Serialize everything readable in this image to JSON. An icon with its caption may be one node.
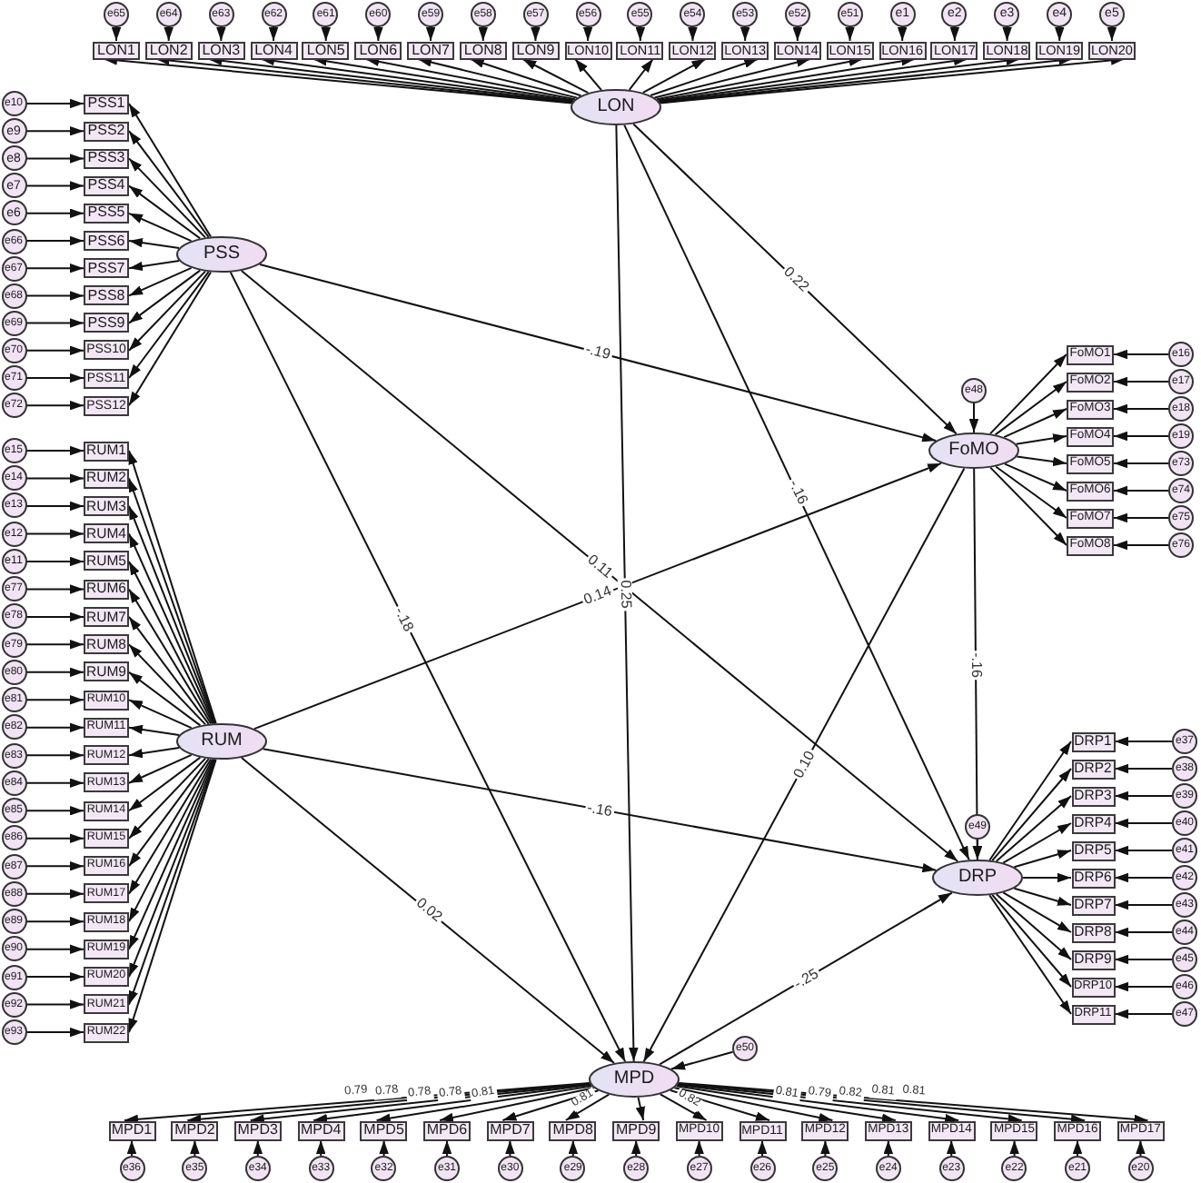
{
  "diagram": {
    "nodes": [
      {
        "text": [
          "e65"
        ]
      },
      {
        "text": [
          "e64"
        ]
      },
      {
        "text": [
          "e63"
        ]
      },
      {
        "text": [
          "e62"
        ]
      },
      {
        "text": [
          "e61"
        ]
      },
      {
        "text": [
          "e60"
        ]
      },
      {
        "text": [
          "e59"
        ]
      },
      {
        "text": [
          "e58"
        ]
      },
      {
        "text": [
          "e57"
        ]
      },
      {
        "text": [
          "e56"
        ]
      },
      {
        "text": [
          "e55"
        ]
      },
      {
        "text": [
          "e54"
        ]
      },
      {
        "text": [
          "e53"
        ]
      },
      {
        "text": [
          "e52"
        ]
      },
      {
        "text": [
          "e51"
        ]
      },
      {
        "text": [
          "e1"
        ]
      },
      {
        "text": [
          "e2"
        ]
      },
      {
        "text": [
          "e3"
        ]
      },
      {
        "text": [
          "e4"
        ]
      },
      {
        "text": [
          "e5"
        ]
      },
      {
        "text": [
          "LON1"
        ]
      },
      {
        "text": [
          "LON2"
        ]
      },
      {
        "text": [
          "LON3"
        ]
      },
      {
        "text": [
          "LON4"
        ]
      },
      {
        "text": [
          "LON5"
        ]
      },
      {
        "text": [
          "LON6"
        ]
      },
      {
        "text": [
          "LON7"
        ]
      },
      {
        "text": [
          "LON8"
        ]
      },
      {
        "text": [
          "LON9"
        ]
      },
      {
        "text": [
          "LON10"
        ]
      },
      {
        "text": [
          "LON11"
        ]
      },
      {
        "text": [
          "LON12"
        ]
      },
      {
        "text": [
          "LON13"
        ]
      },
      {
        "text": [
          "LON14"
        ]
      },
      {
        "text": [
          "LON15"
        ]
      },
      {
        "text": [
          "LON16"
        ]
      },
      {
        "text": [
          "LON17"
        ]
      },
      {
        "text": [
          "LON18"
        ]
      },
      {
        "text": [
          "LON19"
        ]
      },
      {
        "text": [
          "LON20"
        ]
      },
      {
        "text": [
          "LON"
        ]
      },
      {
        "text": [
          "e10"
        ]
      },
      {
        "text": [
          "e9"
        ]
      },
      {
        "text": [
          "e8"
        ]
      },
      {
        "text": [
          "e7"
        ]
      },
      {
        "text": [
          "e6"
        ]
      },
      {
        "text": [
          "e66"
        ]
      },
      {
        "text": [
          "e67"
        ]
      },
      {
        "text": [
          "e68"
        ]
      },
      {
        "text": [
          "e69"
        ]
      },
      {
        "text": [
          "e70"
        ]
      },
      {
        "text": [
          "e71"
        ]
      },
      {
        "text": [
          "e72"
        ]
      },
      {
        "text": [
          "PSS1"
        ]
      },
      {
        "text": [
          "PSS2"
        ]
      },
      {
        "text": [
          "PSS3"
        ]
      },
      {
        "text": [
          "PSS4"
        ]
      },
      {
        "text": [
          "PSS5"
        ]
      },
      {
        "text": [
          "PSS6"
        ]
      },
      {
        "text": [
          "PSS7"
        ]
      },
      {
        "text": [
          "PSS8"
        ]
      },
      {
        "text": [
          "PSS9"
        ]
      },
      {
        "text": [
          "PSS10"
        ]
      },
      {
        "text": [
          "PSS11"
        ]
      },
      {
        "text": [
          "PSS12"
        ]
      },
      {
        "text": [
          "PSS"
        ]
      },
      {
        "text": [
          "e48"
        ]
      },
      {
        "text": [
          "FoMO"
        ]
      },
      {
        "text": [
          "FoMO1"
        ]
      },
      {
        "text": [
          "FoMO2"
        ]
      },
      {
        "text": [
          "FoMO3"
        ]
      },
      {
        "text": [
          "FoMO4"
        ]
      },
      {
        "text": [
          "FoMO5"
        ]
      },
      {
        "text": [
          "FoMO6"
        ]
      },
      {
        "text": [
          "FoMO7"
        ]
      },
      {
        "text": [
          "FoMO8"
        ]
      },
      {
        "text": [
          "e16"
        ]
      },
      {
        "text": [
          "e17"
        ]
      },
      {
        "text": [
          "e18"
        ]
      },
      {
        "text": [
          "e19"
        ]
      },
      {
        "text": [
          "e73"
        ]
      },
      {
        "text": [
          "e74"
        ]
      },
      {
        "text": [
          "e75"
        ]
      },
      {
        "text": [
          "e76"
        ]
      },
      {
        "text": [
          "e15"
        ]
      },
      {
        "text": [
          "e14"
        ]
      },
      {
        "text": [
          "e13"
        ]
      },
      {
        "text": [
          "e12"
        ]
      },
      {
        "text": [
          "e11"
        ]
      },
      {
        "text": [
          "e77"
        ]
      },
      {
        "text": [
          "e78"
        ]
      },
      {
        "text": [
          "e79"
        ]
      },
      {
        "text": [
          "e80"
        ]
      },
      {
        "text": [
          "e81"
        ]
      },
      {
        "text": [
          "e82"
        ]
      },
      {
        "text": [
          "e83"
        ]
      },
      {
        "text": [
          "e84"
        ]
      },
      {
        "text": [
          "e85"
        ]
      },
      {
        "text": [
          "e86"
        ]
      },
      {
        "text": [
          "e87"
        ]
      },
      {
        "text": [
          "e88"
        ]
      },
      {
        "text": [
          "e89"
        ]
      },
      {
        "text": [
          "e90"
        ]
      },
      {
        "text": [
          "e91"
        ]
      },
      {
        "text": [
          "e92"
        ]
      },
      {
        "text": [
          "e93"
        ]
      },
      {
        "text": [
          "RUM1"
        ]
      },
      {
        "text": [
          "RUM2"
        ]
      },
      {
        "text": [
          "RUM3"
        ]
      },
      {
        "text": [
          "RUM4"
        ]
      },
      {
        "text": [
          "RUM5"
        ]
      },
      {
        "text": [
          "RUM6"
        ]
      },
      {
        "text": [
          "RUM7"
        ]
      },
      {
        "text": [
          "RUM8"
        ]
      },
      {
        "text": [
          "RUM9"
        ]
      },
      {
        "text": [
          "RUM10"
        ]
      },
      {
        "text": [
          "RUM11"
        ]
      },
      {
        "text": [
          "RUM12"
        ]
      },
      {
        "text": [
          "RUM13"
        ]
      },
      {
        "text": [
          "RUM14"
        ]
      },
      {
        "text": [
          "RUM15"
        ]
      },
      {
        "text": [
          "RUM16"
        ]
      },
      {
        "text": [
          "RUM17"
        ]
      },
      {
        "text": [
          "RUM18"
        ]
      },
      {
        "text": [
          "RUM19"
        ]
      },
      {
        "text": [
          "RUM20"
        ]
      },
      {
        "text": [
          "RUM21"
        ]
      },
      {
        "text": [
          "RUM22"
        ]
      },
      {
        "text": [
          "RUM"
        ]
      },
      {
        "text": [
          "e49"
        ]
      },
      {
        "text": [
          "DRP"
        ]
      },
      {
        "text": [
          "DRP1"
        ]
      },
      {
        "text": [
          "DRP2"
        ]
      },
      {
        "text": [
          "DRP3"
        ]
      },
      {
        "text": [
          "DRP4"
        ]
      },
      {
        "text": [
          "DRP5"
        ]
      },
      {
        "text": [
          "DRP6"
        ]
      },
      {
        "text": [
          "DRP7"
        ]
      },
      {
        "text": [
          "DRP8"
        ]
      },
      {
        "text": [
          "DRP9"
        ]
      },
      {
        "text": [
          "DRP10"
        ]
      },
      {
        "text": [
          "DRP11"
        ]
      },
      {
        "text": [
          "e37"
        ]
      },
      {
        "text": [
          "e38"
        ]
      },
      {
        "text": [
          "e39"
        ]
      },
      {
        "text": [
          "e40"
        ]
      },
      {
        "text": [
          "e41"
        ]
      },
      {
        "text": [
          "e42"
        ]
      },
      {
        "text": [
          "e43"
        ]
      },
      {
        "text": [
          "e44"
        ]
      },
      {
        "text": [
          "e45"
        ]
      },
      {
        "text": [
          "e46"
        ]
      },
      {
        "text": [
          "e47"
        ]
      },
      {
        "text": [
          "MPD"
        ]
      },
      {
        "text": [
          "e50"
        ]
      },
      {
        "text": [
          "MPD1"
        ]
      },
      {
        "text": [
          "MPD2"
        ]
      },
      {
        "text": [
          "MPD3"
        ]
      },
      {
        "text": [
          "MPD4"
        ]
      },
      {
        "text": [
          "MPD5"
        ]
      },
      {
        "text": [
          "MPD6"
        ]
      },
      {
        "text": [
          "MPD7"
        ]
      },
      {
        "text": [
          "MPD8"
        ]
      },
      {
        "text": [
          "MPD9"
        ]
      },
      {
        "text": [
          "MPD10"
        ]
      },
      {
        "text": [
          "MPD11"
        ]
      },
      {
        "text": [
          "MPD12"
        ]
      },
      {
        "text": [
          "MPD13"
        ]
      },
      {
        "text": [
          "MPD14"
        ]
      },
      {
        "text": [
          "MPD15"
        ]
      },
      {
        "text": [
          "MPD16"
        ]
      },
      {
        "text": [
          "MPD17"
        ]
      },
      {
        "text": [
          "e36"
        ]
      },
      {
        "text": [
          "e35"
        ]
      },
      {
        "text": [
          "e34"
        ]
      },
      {
        "text": [
          "e33"
        ]
      },
      {
        "text": [
          "e32"
        ]
      },
      {
        "text": [
          "e31"
        ]
      },
      {
        "text": [
          "e30"
        ]
      },
      {
        "text": [
          "e29"
        ]
      },
      {
        "text": [
          "e28"
        ]
      },
      {
        "text": [
          "e27"
        ]
      },
      {
        "text": [
          "e26"
        ]
      },
      {
        "text": [
          "e25"
        ]
      },
      {
        "text": [
          "e24"
        ]
      },
      {
        "text": [
          "e23"
        ]
      },
      {
        "text": [
          "e22"
        ]
      },
      {
        "text": [
          "e21"
        ]
      },
      {
        "text": [
          "e20"
        ]
      }
    ],
    "edges": [
      {
        "from": 40,
        "to": 20,
        "arrow": "to"
      },
      {
        "from": 40,
        "to": 21,
        "arrow": "to"
      },
      {
        "from": 40,
        "to": 22,
        "arrow": "to"
      },
      {
        "from": 40,
        "to": 23,
        "arrow": "to"
      },
      {
        "from": 40,
        "to": 24,
        "arrow": "to"
      },
      {
        "from": 40,
        "to": 25,
        "arrow": "to"
      },
      {
        "from": 40,
        "to": 26,
        "arrow": "to"
      },
      {
        "from": 40,
        "to": 27,
        "arrow": "to"
      },
      {
        "from": 40,
        "to": 28,
        "arrow": "to"
      },
      {
        "from": 40,
        "to": 29,
        "arrow": "to"
      },
      {
        "from": 40,
        "to": 30,
        "arrow": "to"
      },
      {
        "from": 40,
        "to": 31,
        "arrow": "to"
      },
      {
        "from": 40,
        "to": 32,
        "arrow": "to"
      },
      {
        "from": 40,
        "to": 33,
        "arrow": "to"
      },
      {
        "from": 40,
        "to": 34,
        "arrow": "to"
      },
      {
        "from": 40,
        "to": 35,
        "arrow": "to"
      },
      {
        "from": 40,
        "to": 36,
        "arrow": "to"
      },
      {
        "from": 40,
        "to": 37,
        "arrow": "to"
      },
      {
        "from": 40,
        "to": 38,
        "arrow": "to"
      },
      {
        "from": 40,
        "to": 39,
        "arrow": "to"
      },
      {
        "from": 0,
        "to": 20,
        "arrow": "to"
      },
      {
        "from": 1,
        "to": 21,
        "arrow": "to"
      },
      {
        "from": 2,
        "to": 22,
        "arrow": "to"
      },
      {
        "from": 3,
        "to": 23,
        "arrow": "to"
      },
      {
        "from": 4,
        "to": 24,
        "arrow": "to"
      },
      {
        "from": 5,
        "to": 25,
        "arrow": "to"
      },
      {
        "from": 6,
        "to": 26,
        "arrow": "to"
      },
      {
        "from": 7,
        "to": 27,
        "arrow": "to"
      },
      {
        "from": 8,
        "to": 28,
        "arrow": "to"
      },
      {
        "from": 9,
        "to": 29,
        "arrow": "to"
      },
      {
        "from": 10,
        "to": 30,
        "arrow": "to"
      },
      {
        "from": 11,
        "to": 31,
        "arrow": "to"
      },
      {
        "from": 12,
        "to": 32,
        "arrow": "to"
      },
      {
        "from": 13,
        "to": 33,
        "arrow": "to"
      },
      {
        "from": 14,
        "to": 34,
        "arrow": "to"
      },
      {
        "from": 15,
        "to": 35,
        "arrow": "to"
      },
      {
        "from": 16,
        "to": 36,
        "arrow": "to"
      },
      {
        "from": 17,
        "to": 37,
        "arrow": "to"
      },
      {
        "from": 18,
        "to": 38,
        "arrow": "to"
      },
      {
        "from": 19,
        "to": 39,
        "arrow": "to"
      },
      {
        "from": 65,
        "to": 53,
        "arrow": "to"
      },
      {
        "from": 65,
        "to": 54,
        "arrow": "to"
      },
      {
        "from": 65,
        "to": 55,
        "arrow": "to"
      },
      {
        "from": 65,
        "to": 56,
        "arrow": "to"
      },
      {
        "from": 65,
        "to": 57,
        "arrow": "to"
      },
      {
        "from": 65,
        "to": 58,
        "arrow": "to"
      },
      {
        "from": 65,
        "to": 59,
        "arrow": "to"
      },
      {
        "from": 65,
        "to": 60,
        "arrow": "to"
      },
      {
        "from": 65,
        "to": 61,
        "arrow": "to"
      },
      {
        "from": 65,
        "to": 62,
        "arrow": "to"
      },
      {
        "from": 65,
        "to": 63,
        "arrow": "to"
      },
      {
        "from": 65,
        "to": 64,
        "arrow": "to"
      },
      {
        "from": 41,
        "to": 53,
        "arrow": "to"
      },
      {
        "from": 42,
        "to": 54,
        "arrow": "to"
      },
      {
        "from": 43,
        "to": 55,
        "arrow": "to"
      },
      {
        "from": 44,
        "to": 56,
        "arrow": "to"
      },
      {
        "from": 45,
        "to": 57,
        "arrow": "to"
      },
      {
        "from": 46,
        "to": 58,
        "arrow": "to"
      },
      {
        "from": 47,
        "to": 59,
        "arrow": "to"
      },
      {
        "from": 48,
        "to": 60,
        "arrow": "to"
      },
      {
        "from": 49,
        "to": 61,
        "arrow": "to"
      },
      {
        "from": 50,
        "to": 62,
        "arrow": "to"
      },
      {
        "from": 51,
        "to": 63,
        "arrow": "to"
      },
      {
        "from": 52,
        "to": 64,
        "arrow": "to"
      },
      {
        "from": 66,
        "to": 67,
        "arrow": "to"
      },
      {
        "from": 67,
        "to": 68,
        "arrow": "to"
      },
      {
        "from": 67,
        "to": 69,
        "arrow": "to"
      },
      {
        "from": 67,
        "to": 70,
        "arrow": "to"
      },
      {
        "from": 67,
        "to": 71,
        "arrow": "to"
      },
      {
        "from": 67,
        "to": 72,
        "arrow": "to"
      },
      {
        "from": 67,
        "to": 73,
        "arrow": "to"
      },
      {
        "from": 67,
        "to": 74,
        "arrow": "to"
      },
      {
        "from": 67,
        "to": 75,
        "arrow": "to"
      },
      {
        "from": 76,
        "to": 68,
        "arrow": "to"
      },
      {
        "from": 77,
        "to": 69,
        "arrow": "to"
      },
      {
        "from": 78,
        "to": 70,
        "arrow": "to"
      },
      {
        "from": 79,
        "to": 71,
        "arrow": "to"
      },
      {
        "from": 80,
        "to": 72,
        "arrow": "to"
      },
      {
        "from": 81,
        "to": 73,
        "arrow": "to"
      },
      {
        "from": 82,
        "to": 74,
        "arrow": "to"
      },
      {
        "from": 83,
        "to": 75,
        "arrow": "to"
      },
      {
        "from": 128,
        "to": 106,
        "arrow": "to"
      },
      {
        "from": 128,
        "to": 107,
        "arrow": "to"
      },
      {
        "from": 128,
        "to": 108,
        "arrow": "to"
      },
      {
        "from": 128,
        "to": 109,
        "arrow": "to"
      },
      {
        "from": 128,
        "to": 110,
        "arrow": "to"
      },
      {
        "from": 128,
        "to": 111,
        "arrow": "to"
      },
      {
        "from": 128,
        "to": 112,
        "arrow": "to"
      },
      {
        "from": 128,
        "to": 113,
        "arrow": "to"
      },
      {
        "from": 128,
        "to": 114,
        "arrow": "to"
      },
      {
        "from": 128,
        "to": 115,
        "arrow": "to"
      },
      {
        "from": 128,
        "to": 116,
        "arrow": "to"
      },
      {
        "from": 128,
        "to": 117,
        "arrow": "to"
      },
      {
        "from": 128,
        "to": 118,
        "arrow": "to"
      },
      {
        "from": 128,
        "to": 119,
        "arrow": "to"
      },
      {
        "from": 128,
        "to": 120,
        "arrow": "to"
      },
      {
        "from": 128,
        "to": 121,
        "arrow": "to"
      },
      {
        "from": 128,
        "to": 122,
        "arrow": "to"
      },
      {
        "from": 128,
        "to": 123,
        "arrow": "to"
      },
      {
        "from": 128,
        "to": 124,
        "arrow": "to"
      },
      {
        "from": 128,
        "to": 125,
        "arrow": "to"
      },
      {
        "from": 128,
        "to": 126,
        "arrow": "to"
      },
      {
        "from": 128,
        "to": 127,
        "arrow": "to"
      },
      {
        "from": 84,
        "to": 106,
        "arrow": "to"
      },
      {
        "from": 85,
        "to": 107,
        "arrow": "to"
      },
      {
        "from": 86,
        "to": 108,
        "arrow": "to"
      },
      {
        "from": 87,
        "to": 109,
        "arrow": "to"
      },
      {
        "from": 88,
        "to": 110,
        "arrow": "to"
      },
      {
        "from": 89,
        "to": 111,
        "arrow": "to"
      },
      {
        "from": 90,
        "to": 112,
        "arrow": "to"
      },
      {
        "from": 91,
        "to": 113,
        "arrow": "to"
      },
      {
        "from": 92,
        "to": 114,
        "arrow": "to"
      },
      {
        "from": 93,
        "to": 115,
        "arrow": "to"
      },
      {
        "from": 94,
        "to": 116,
        "arrow": "to"
      },
      {
        "from": 95,
        "to": 117,
        "arrow": "to"
      },
      {
        "from": 96,
        "to": 118,
        "arrow": "to"
      },
      {
        "from": 97,
        "to": 119,
        "arrow": "to"
      },
      {
        "from": 98,
        "to": 120,
        "arrow": "to"
      },
      {
        "from": 99,
        "to": 121,
        "arrow": "to"
      },
      {
        "from": 100,
        "to": 122,
        "arrow": "to"
      },
      {
        "from": 101,
        "to": 123,
        "arrow": "to"
      },
      {
        "from": 102,
        "to": 124,
        "arrow": "to"
      },
      {
        "from": 103,
        "to": 125,
        "arrow": "to"
      },
      {
        "from": 104,
        "to": 126,
        "arrow": "to"
      },
      {
        "from": 105,
        "to": 127,
        "arrow": "to"
      },
      {
        "from": 129,
        "to": 130,
        "arrow": "to"
      },
      {
        "from": 130,
        "to": 131,
        "arrow": "to"
      },
      {
        "from": 130,
        "to": 132,
        "arrow": "to"
      },
      {
        "from": 130,
        "to": 133,
        "arrow": "to"
      },
      {
        "from": 130,
        "to": 134,
        "arrow": "to"
      },
      {
        "from": 130,
        "to": 135,
        "arrow": "to"
      },
      {
        "from": 130,
        "to": 136,
        "arrow": "to"
      },
      {
        "from": 130,
        "to": 137,
        "arrow": "to"
      },
      {
        "from": 130,
        "to": 138,
        "arrow": "to"
      },
      {
        "from": 130,
        "to": 139,
        "arrow": "to"
      },
      {
        "from": 130,
        "to": 140,
        "arrow": "to"
      },
      {
        "from": 130,
        "to": 141,
        "arrow": "to"
      },
      {
        "from": 142,
        "to": 131,
        "arrow": "to"
      },
      {
        "from": 143,
        "to": 132,
        "arrow": "to"
      },
      {
        "from": 144,
        "to": 133,
        "arrow": "to"
      },
      {
        "from": 145,
        "to": 134,
        "arrow": "to"
      },
      {
        "from": 146,
        "to": 135,
        "arrow": "to"
      },
      {
        "from": 147,
        "to": 136,
        "arrow": "to"
      },
      {
        "from": 148,
        "to": 137,
        "arrow": "to"
      },
      {
        "from": 149,
        "to": 138,
        "arrow": "to"
      },
      {
        "from": 150,
        "to": 139,
        "arrow": "to"
      },
      {
        "from": 151,
        "to": 140,
        "arrow": "to"
      },
      {
        "from": 152,
        "to": 141,
        "arrow": "to"
      },
      {
        "from": 154,
        "to": 153,
        "arrow": "to"
      },
      {
        "from": 153,
        "to": 155,
        "arrow": "to",
        "label": "0.79"
      },
      {
        "from": 153,
        "to": 156,
        "arrow": "to",
        "label": "0.78"
      },
      {
        "from": 153,
        "to": 157,
        "arrow": "to",
        "label": "0.78"
      },
      {
        "from": 153,
        "to": 158,
        "arrow": "to",
        "label": "0.78"
      },
      {
        "from": 153,
        "to": 159,
        "arrow": "to",
        "label": "0.81"
      },
      {
        "from": 153,
        "to": 160,
        "arrow": "to"
      },
      {
        "from": 153,
        "to": 161,
        "arrow": "to"
      },
      {
        "from": 153,
        "to": 162,
        "arrow": "to",
        "label": "0.81"
      },
      {
        "from": 153,
        "to": 163,
        "arrow": "to"
      },
      {
        "from": 153,
        "to": 164,
        "arrow": "to",
        "label": "0.82"
      },
      {
        "from": 153,
        "to": 165,
        "arrow": "to"
      },
      {
        "from": 153,
        "to": 166,
        "arrow": "to"
      },
      {
        "from": 153,
        "to": 167,
        "arrow": "to",
        "label": "0.81"
      },
      {
        "from": 153,
        "to": 168,
        "arrow": "to",
        "label": "0.79"
      },
      {
        "from": 153,
        "to": 169,
        "arrow": "to",
        "label": "0.82"
      },
      {
        "from": 153,
        "to": 170,
        "arrow": "to",
        "label": "0.81"
      },
      {
        "from": 153,
        "to": 171,
        "arrow": "to",
        "label": "0.81"
      },
      {
        "from": 172,
        "to": 155,
        "arrow": "to"
      },
      {
        "from": 173,
        "to": 156,
        "arrow": "to"
      },
      {
        "from": 174,
        "to": 157,
        "arrow": "to"
      },
      {
        "from": 175,
        "to": 158,
        "arrow": "to"
      },
      {
        "from": 176,
        "to": 159,
        "arrow": "to"
      },
      {
        "from": 177,
        "to": 160,
        "arrow": "to"
      },
      {
        "from": 178,
        "to": 161,
        "arrow": "to"
      },
      {
        "from": 179,
        "to": 162,
        "arrow": "to"
      },
      {
        "from": 180,
        "to": 163,
        "arrow": "to"
      },
      {
        "from": 181,
        "to": 164,
        "arrow": "to"
      },
      {
        "from": 182,
        "to": 165,
        "arrow": "to"
      },
      {
        "from": 183,
        "to": 166,
        "arrow": "to"
      },
      {
        "from": 184,
        "to": 167,
        "arrow": "to"
      },
      {
        "from": 185,
        "to": 168,
        "arrow": "to"
      },
      {
        "from": 186,
        "to": 169,
        "arrow": "to"
      },
      {
        "from": 187,
        "to": 170,
        "arrow": "to"
      },
      {
        "from": 188,
        "to": 171,
        "arrow": "to"
      },
      {
        "from": 40,
        "to": 67,
        "arrow": "to",
        "label": "0.22"
      },
      {
        "from": 40,
        "to": 130,
        "arrow": "to",
        "label": "-.16"
      },
      {
        "from": 40,
        "to": 153,
        "arrow": "to",
        "label": "0.25"
      },
      {
        "from": 65,
        "to": 67,
        "arrow": "to",
        "label": "-.19"
      },
      {
        "from": 65,
        "to": 130,
        "arrow": "to",
        "label": "0.11"
      },
      {
        "from": 65,
        "to": 153,
        "arrow": "to",
        "label": "-.18"
      },
      {
        "from": 128,
        "to": 67,
        "arrow": "to",
        "label": "0.14"
      },
      {
        "from": 128,
        "to": 130,
        "arrow": "to",
        "label": "-.16"
      },
      {
        "from": 128,
        "to": 153,
        "arrow": "to",
        "label": "0.02"
      },
      {
        "from": 67,
        "to": 130,
        "arrow": "to",
        "label": "-.16"
      },
      {
        "from": 67,
        "to": 153,
        "arrow": "to",
        "label": "0.10"
      },
      {
        "from": 153,
        "to": 130,
        "arrow": "to",
        "label": "-.25"
      }
    ]
  }
}
